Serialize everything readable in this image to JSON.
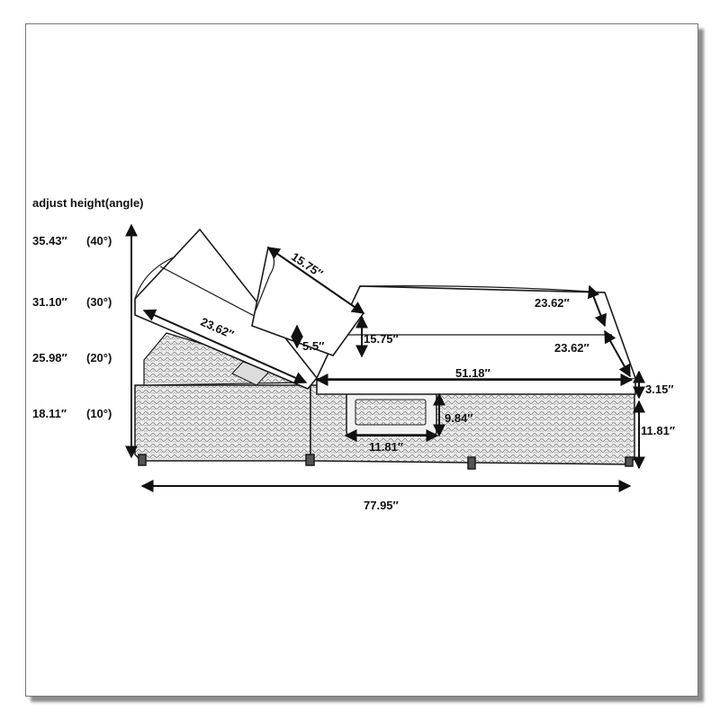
{
  "header": {
    "adjust_label": "adjust height(angle)"
  },
  "heights": [
    {
      "value": "35.43′′",
      "angle": "(40°)"
    },
    {
      "value": "31.10′′",
      "angle": "(30°)"
    },
    {
      "value": "25.98′′",
      "angle": "(20°)"
    },
    {
      "value": "18.11′′",
      "angle": "(10°)"
    }
  ],
  "dimensions": {
    "pillow_width": "15.75′′",
    "pillow_height": "15.75′′",
    "pillow_thickness": "5.5′′",
    "back_length": "23.62′′",
    "cushion_width_top": "23.62′′",
    "cushion_width_mid": "23.62′′",
    "seat_length": "51.18′′",
    "cushion_thickness": "3.15′′",
    "base_height": "11.81′′",
    "drawer_height": "9.84′′",
    "drawer_width": "11.81′′",
    "total_length": "77.95′′"
  },
  "colors": {
    "line": "#1a1a1a",
    "frame_shadow": "#8e8e8e"
  }
}
